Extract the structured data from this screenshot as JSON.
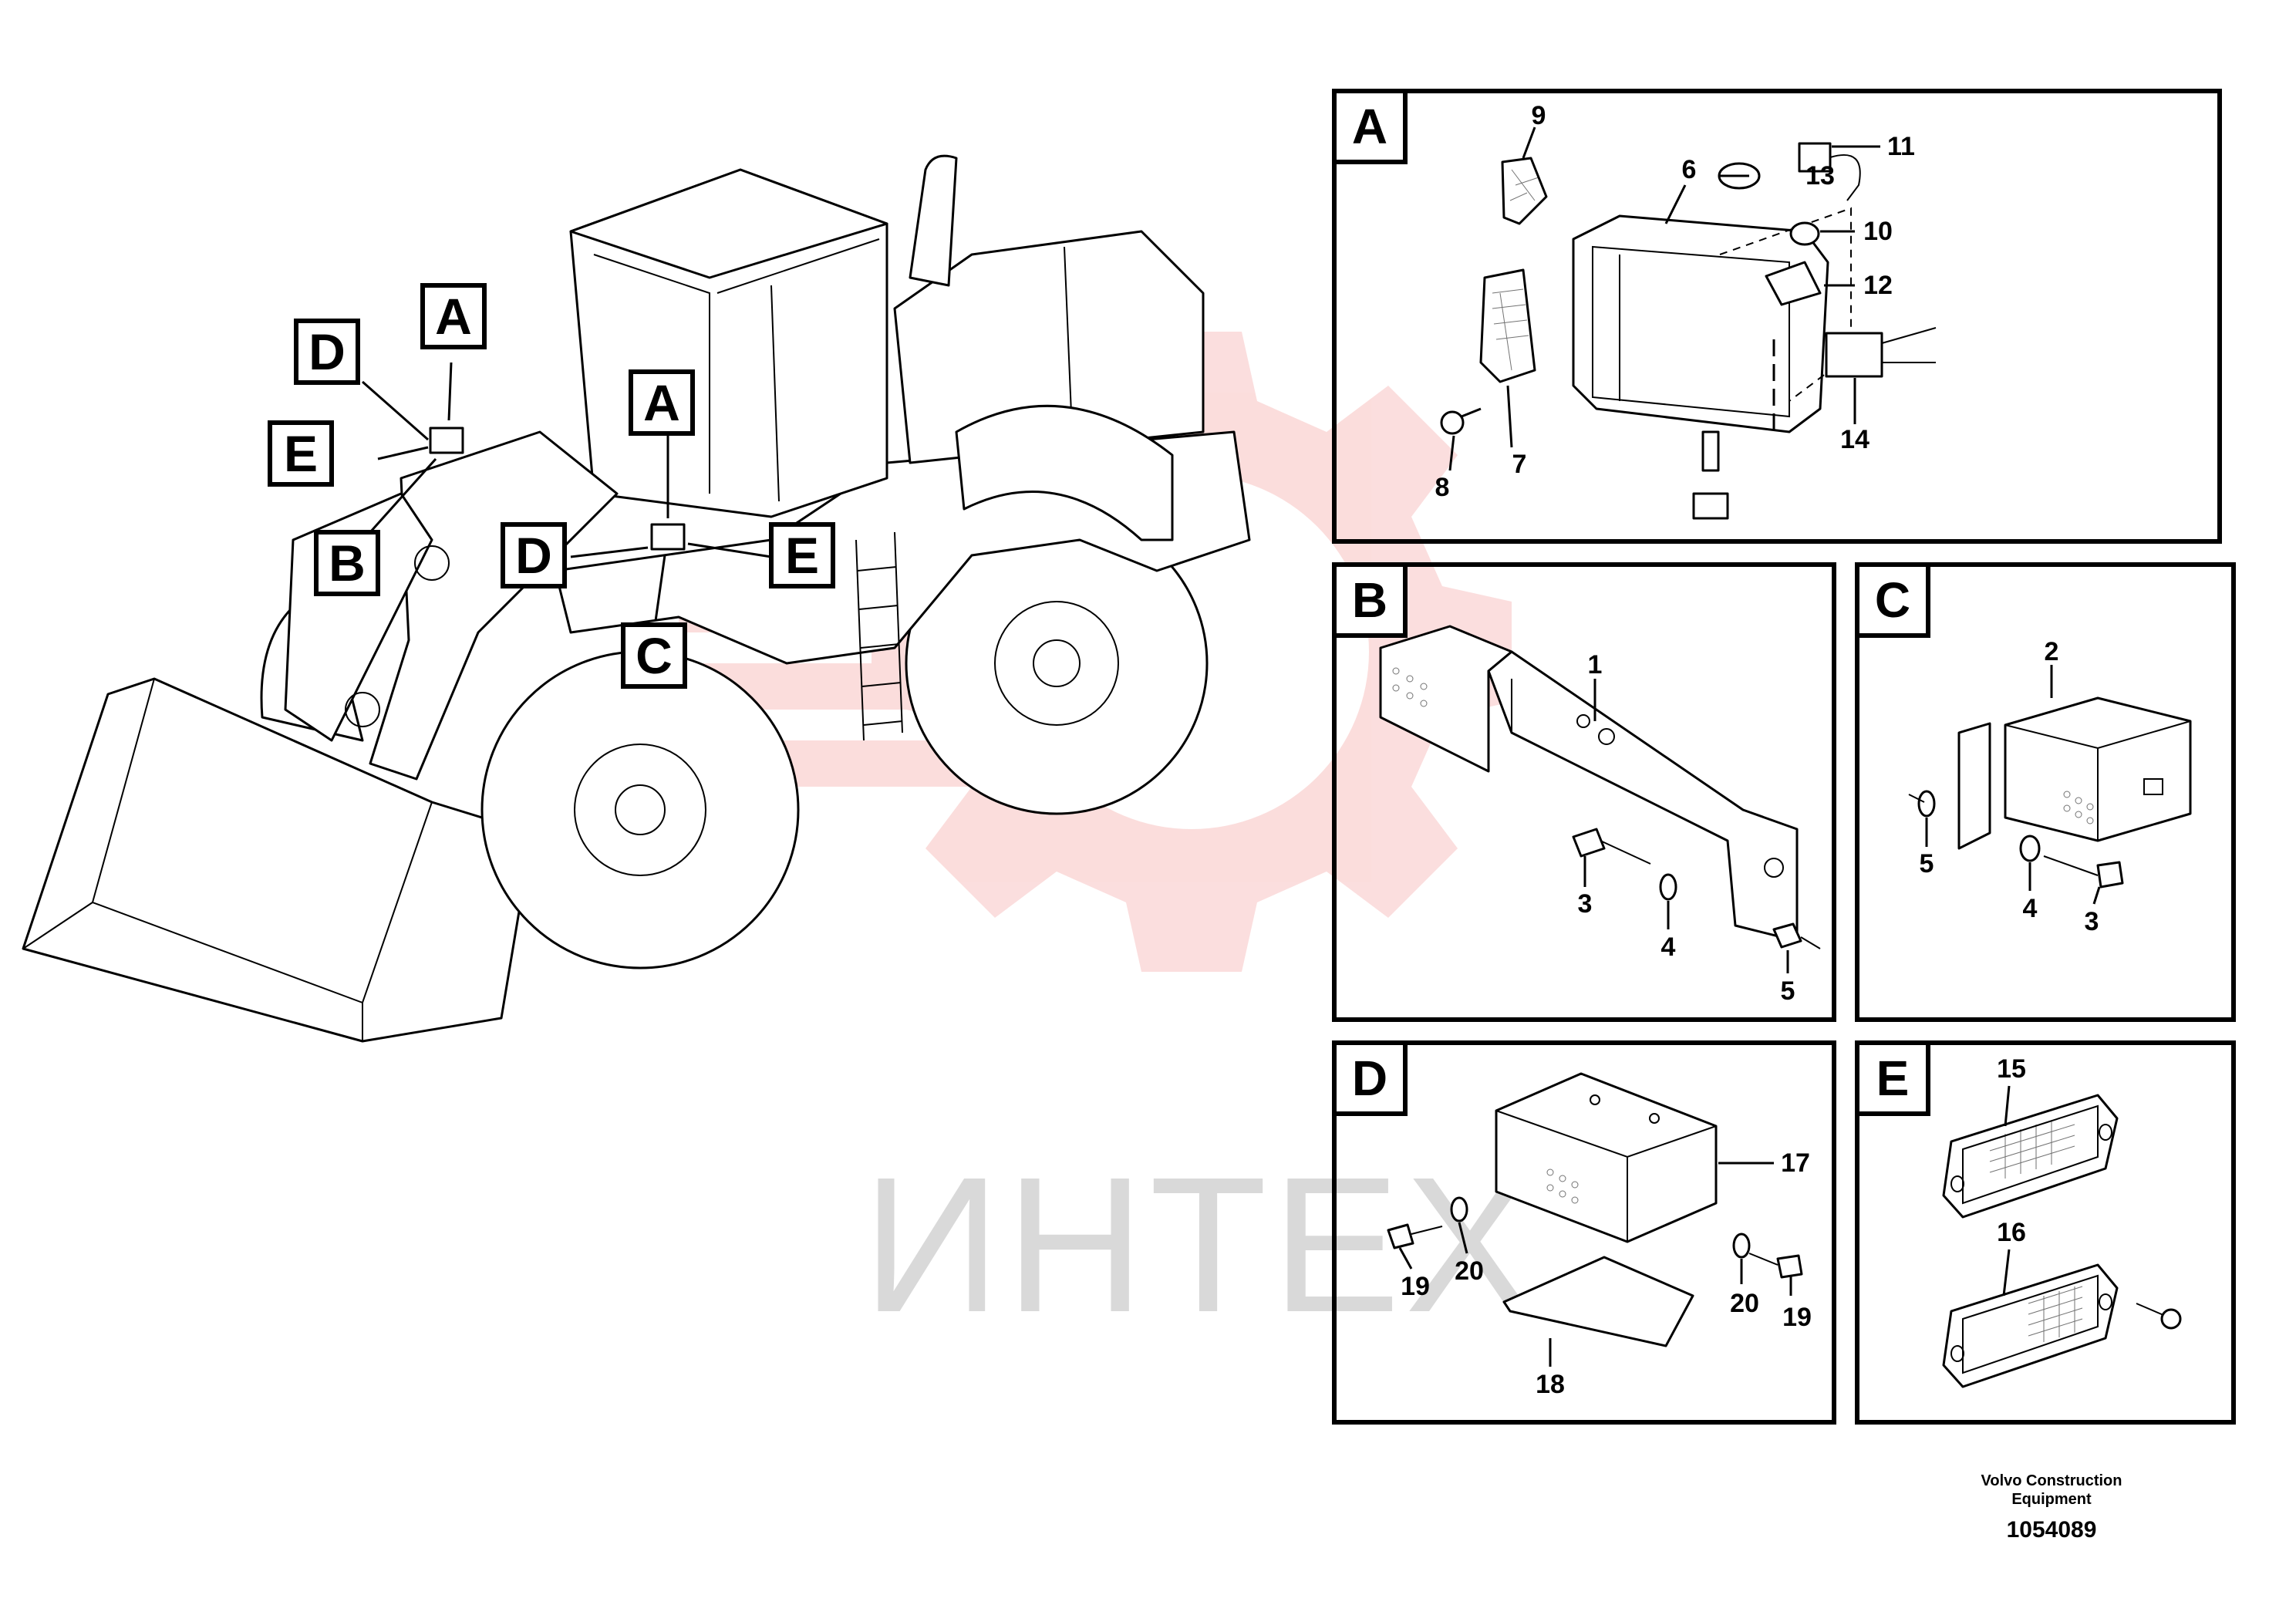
{
  "watermark": {
    "text": "ИНТЕХ",
    "color": "#e84a4a"
  },
  "overview": {
    "callouts": [
      {
        "id": "ov-A1",
        "letter": "A"
      },
      {
        "id": "ov-D1",
        "letter": "D"
      },
      {
        "id": "ov-E1",
        "letter": "E"
      },
      {
        "id": "ov-B1",
        "letter": "B"
      },
      {
        "id": "ov-A2",
        "letter": "A"
      },
      {
        "id": "ov-D2",
        "letter": "D"
      },
      {
        "id": "ov-E2",
        "letter": "E"
      },
      {
        "id": "ov-C1",
        "letter": "C"
      }
    ]
  },
  "panels": {
    "A": {
      "letter": "A",
      "parts": [
        "9",
        "6",
        "13",
        "11",
        "10",
        "12",
        "14",
        "8",
        "7"
      ]
    },
    "B": {
      "letter": "B",
      "parts": [
        "1",
        "3",
        "4",
        "5"
      ]
    },
    "C": {
      "letter": "C",
      "parts": [
        "2",
        "5",
        "4",
        "3"
      ]
    },
    "D": {
      "letter": "D",
      "parts": [
        "17",
        "19",
        "20",
        "20",
        "19",
        "18"
      ]
    },
    "E": {
      "letter": "E",
      "parts": [
        "15",
        "16"
      ]
    }
  },
  "footer": {
    "line1": "Volvo Construction",
    "line2": "Equipment",
    "id": "1054089"
  }
}
